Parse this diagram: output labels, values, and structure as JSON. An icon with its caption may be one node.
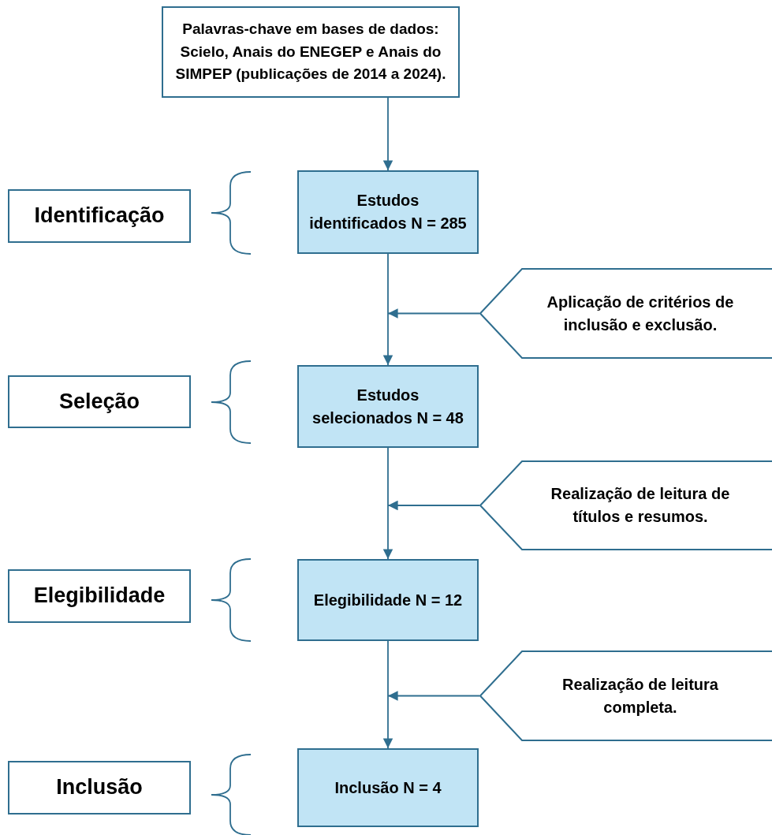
{
  "diagram": {
    "nodes": [
      {
        "text": [
          "Palavras-chave em bases de dados: Scielo, Anais do ENEGEP e Anais do SIMPEP (publicações de 2014 a 2024)."
        ]
      },
      {
        "text": [
          "Identificação"
        ]
      },
      {
        "text": [
          "Estudos identificados N = 285"
        ]
      },
      {
        "text": [
          "Aplicação de critérios de inclusão e exclusão."
        ]
      },
      {
        "text": [
          "Seleção"
        ]
      },
      {
        "text": [
          "Estudos selecionados N = 48"
        ]
      },
      {
        "text": [
          "Realização de leitura de títulos e resumos."
        ]
      },
      {
        "text": [
          "Elegibilidade"
        ]
      },
      {
        "text": [
          "Elegibilidade N = 12"
        ]
      },
      {
        "text": [
          "Realização de leitura completa."
        ]
      },
      {
        "text": [
          "Inclusão"
        ]
      },
      {
        "text": [
          "Inclusão N = 4"
        ]
      }
    ],
    "edges": [
      {
        "from": 0,
        "to": 2,
        "arrow": "to"
      },
      {
        "from": 2,
        "to": 5,
        "arrow": "to"
      },
      {
        "from": 5,
        "to": 8,
        "arrow": "to"
      },
      {
        "from": 8,
        "to": 11,
        "arrow": "to"
      },
      {
        "from": 3,
        "to": null,
        "arrow": "to"
      },
      {
        "from": 6,
        "to": null,
        "arrow": "to"
      },
      {
        "from": 9,
        "to": null,
        "arrow": "to"
      }
    ]
  }
}
